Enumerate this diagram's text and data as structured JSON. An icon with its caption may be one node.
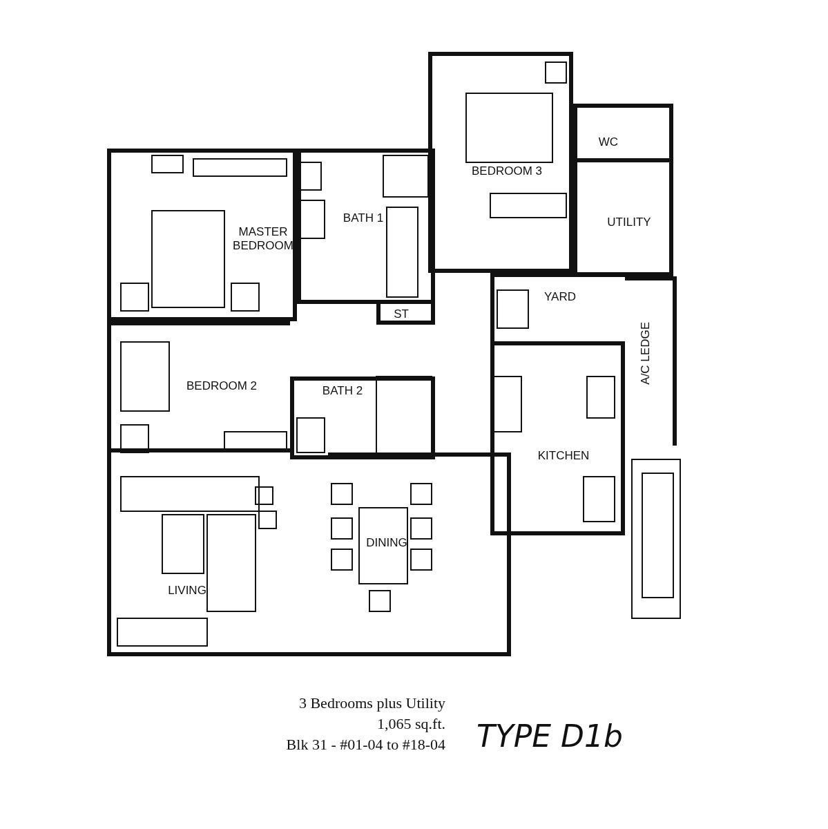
{
  "diagram": {
    "nodes": [
      {
        "text": [
          "MASTER BEDROOM"
        ]
      },
      {
        "text": [
          "BATH 1"
        ]
      },
      {
        "text": [
          "ST"
        ]
      },
      {
        "text": [
          "BEDROOM 3"
        ]
      },
      {
        "text": [
          "WC"
        ]
      },
      {
        "text": [
          "UTILITY"
        ]
      },
      {
        "text": [
          "YARD"
        ]
      },
      {
        "text": [
          "BEDROOM 2"
        ]
      },
      {
        "text": [
          "BATH 2"
        ]
      },
      {
        "text": [
          "KITCHEN"
        ]
      },
      {
        "text": [
          "A/C LEDGE"
        ]
      },
      {
        "text": [
          "LIVING"
        ]
      },
      {
        "text": [
          "DINING"
        ]
      }
    ],
    "labels": [
      "3 Bedrooms plus Utility",
      "1,065 sq.ft.",
      "Blk 31 - #01-04 to #18-04",
      "TYPE D1b"
    ]
  }
}
